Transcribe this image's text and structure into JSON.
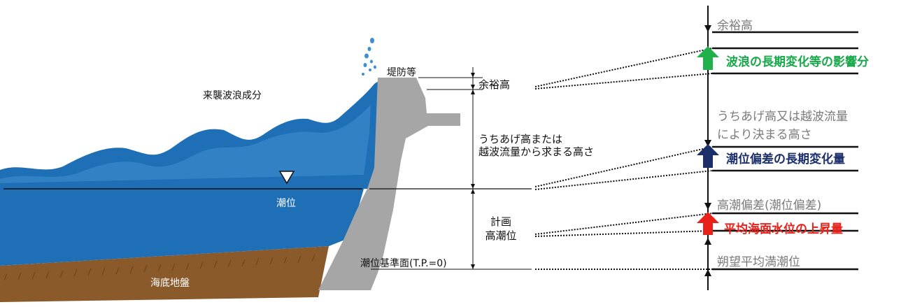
{
  "labels": {
    "incoming_wave": "来襲波浪成分",
    "embankment": "堤防等",
    "freeboard": "余裕高",
    "runup_line1": "うちあげ高または",
    "runup_line2": "越波流量から求まる高さ",
    "tide_level": "潮位",
    "planned_line1": "計画",
    "planned_line2": "高潮位",
    "datum": "潮位基準面(T.P.=0)",
    "seabed": "海底地盤"
  },
  "right_column": {
    "freeboard": "余裕高",
    "wave_change": "波浪の長期変化等の影響分",
    "runup_line1": "うちあげ高又は越波流量",
    "runup_line2": "により決まる高さ",
    "tide_deviation_change": "潮位偏差の長期変化量",
    "storm_surge": "高潮偏差(潮位偏差)",
    "sea_level_rise": "平均海面水位の上昇量",
    "spring_tide": "朔望平均満潮位"
  },
  "colors": {
    "sea": "#1f6fb6",
    "sea_light": "#3f8fd0",
    "seabed": "#8b5a2b",
    "wall": "#a6a6a6",
    "green_arrow": "#22b04b",
    "navy_arrow": "#1b2f6b",
    "red_arrow": "#e8211b",
    "green_text": "#17a84a",
    "navy_text": "#1b2f6b",
    "red_text": "#e8211b",
    "gray_text": "#7a7a7a"
  },
  "icons": [
    "water-level-triangle-icon",
    "up-arrow-icon"
  ]
}
